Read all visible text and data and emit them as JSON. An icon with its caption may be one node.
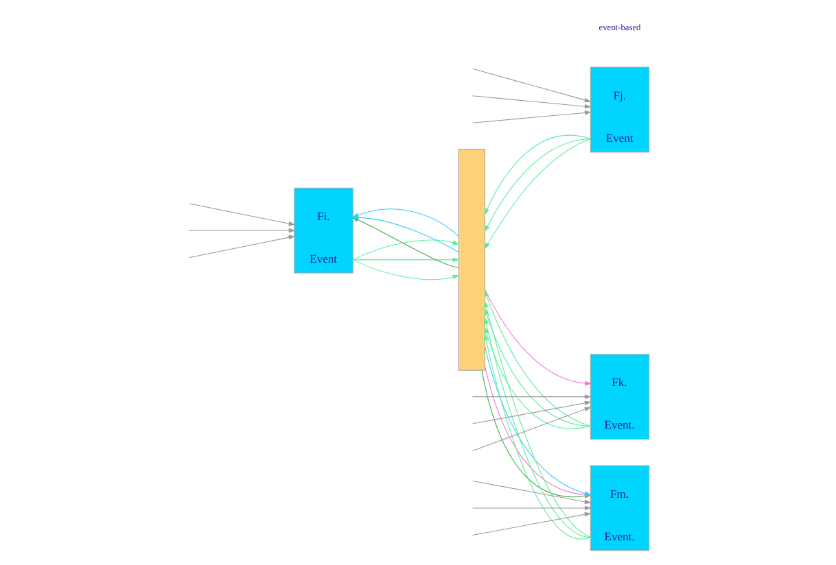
{
  "diagram": {
    "nodes": [
      {
        "text": [
          "Fi.",
          "Event"
        ]
      },
      {
        "text": [
          "Fj.",
          "Event"
        ]
      },
      {
        "text": [],
        "shape": "bar"
      },
      {
        "text": [
          "Fk.",
          "Event."
        ]
      },
      {
        "text": [
          "Fm.",
          "Event."
        ]
      }
    ],
    "edges": [
      {
        "from": null,
        "to": 0,
        "arrow": "to",
        "color": "#999999"
      },
      {
        "from": null,
        "to": 0,
        "arrow": "to",
        "color": "#999999"
      },
      {
        "from": null,
        "to": 0,
        "arrow": "to",
        "color": "#999999"
      },
      {
        "from": 0,
        "to": 2,
        "arrow": "to"
      },
      {
        "from": 0,
        "to": 2,
        "arrow": "to"
      },
      {
        "from": 0,
        "to": 2,
        "arrow": "to"
      },
      {
        "from": null,
        "to": 1,
        "arrow": "to",
        "color": "#999999"
      },
      {
        "from": null,
        "to": 1,
        "arrow": "to",
        "color": "#999999"
      },
      {
        "from": null,
        "to": 1,
        "arrow": "to",
        "color": "#999999"
      },
      {
        "from": 1,
        "to": 2,
        "arrow": "to"
      },
      {
        "from": 1,
        "to": 2,
        "arrow": "to"
      },
      {
        "from": 1,
        "to": 2,
        "arrow": "to"
      },
      {
        "from": null,
        "to": 3,
        "arrow": "to",
        "color": "#999999"
      },
      {
        "from": null,
        "to": 3,
        "arrow": "to",
        "color": "#999999"
      },
      {
        "from": null,
        "to": 3,
        "arrow": "to",
        "color": "#999999"
      },
      {
        "from": 3,
        "to": 2,
        "arrow": "to"
      },
      {
        "from": 3,
        "to": 2,
        "arrow": "to"
      },
      {
        "from": 3,
        "to": 2,
        "arrow": "to"
      },
      {
        "from": null,
        "to": 4,
        "arrow": "to",
        "color": "#999999"
      },
      {
        "from": null,
        "to": 4,
        "arrow": "to",
        "color": "#999999"
      },
      {
        "from": null,
        "to": 4,
        "arrow": "to",
        "color": "#999999"
      },
      {
        "from": 4,
        "to": 2,
        "arrow": "to"
      },
      {
        "from": 4,
        "to": 2,
        "arrow": "to"
      },
      {
        "from": 4,
        "to": 2,
        "arrow": "to"
      },
      {
        "from": 2,
        "to": 0,
        "arrow": "to",
        "color": "#44aa44"
      },
      {
        "from": 2,
        "to": 4,
        "arrow": "to",
        "color": "#44aa44"
      },
      {
        "from": 2,
        "to": 3,
        "arrow": "to",
        "color": "#ff66cc"
      },
      {
        "from": 2,
        "to": 4,
        "arrow": "to",
        "color": "#ff66cc"
      },
      {
        "from": 2,
        "to": 0,
        "arrow": "to",
        "color": "#33ccff"
      },
      {
        "from": 2,
        "to": 0,
        "arrow": "to",
        "color": "#33ccff"
      },
      {
        "from": 2,
        "to": 4,
        "arrow": "to",
        "color": "#33ccff"
      }
    ],
    "labels": [
      "event-based"
    ]
  }
}
